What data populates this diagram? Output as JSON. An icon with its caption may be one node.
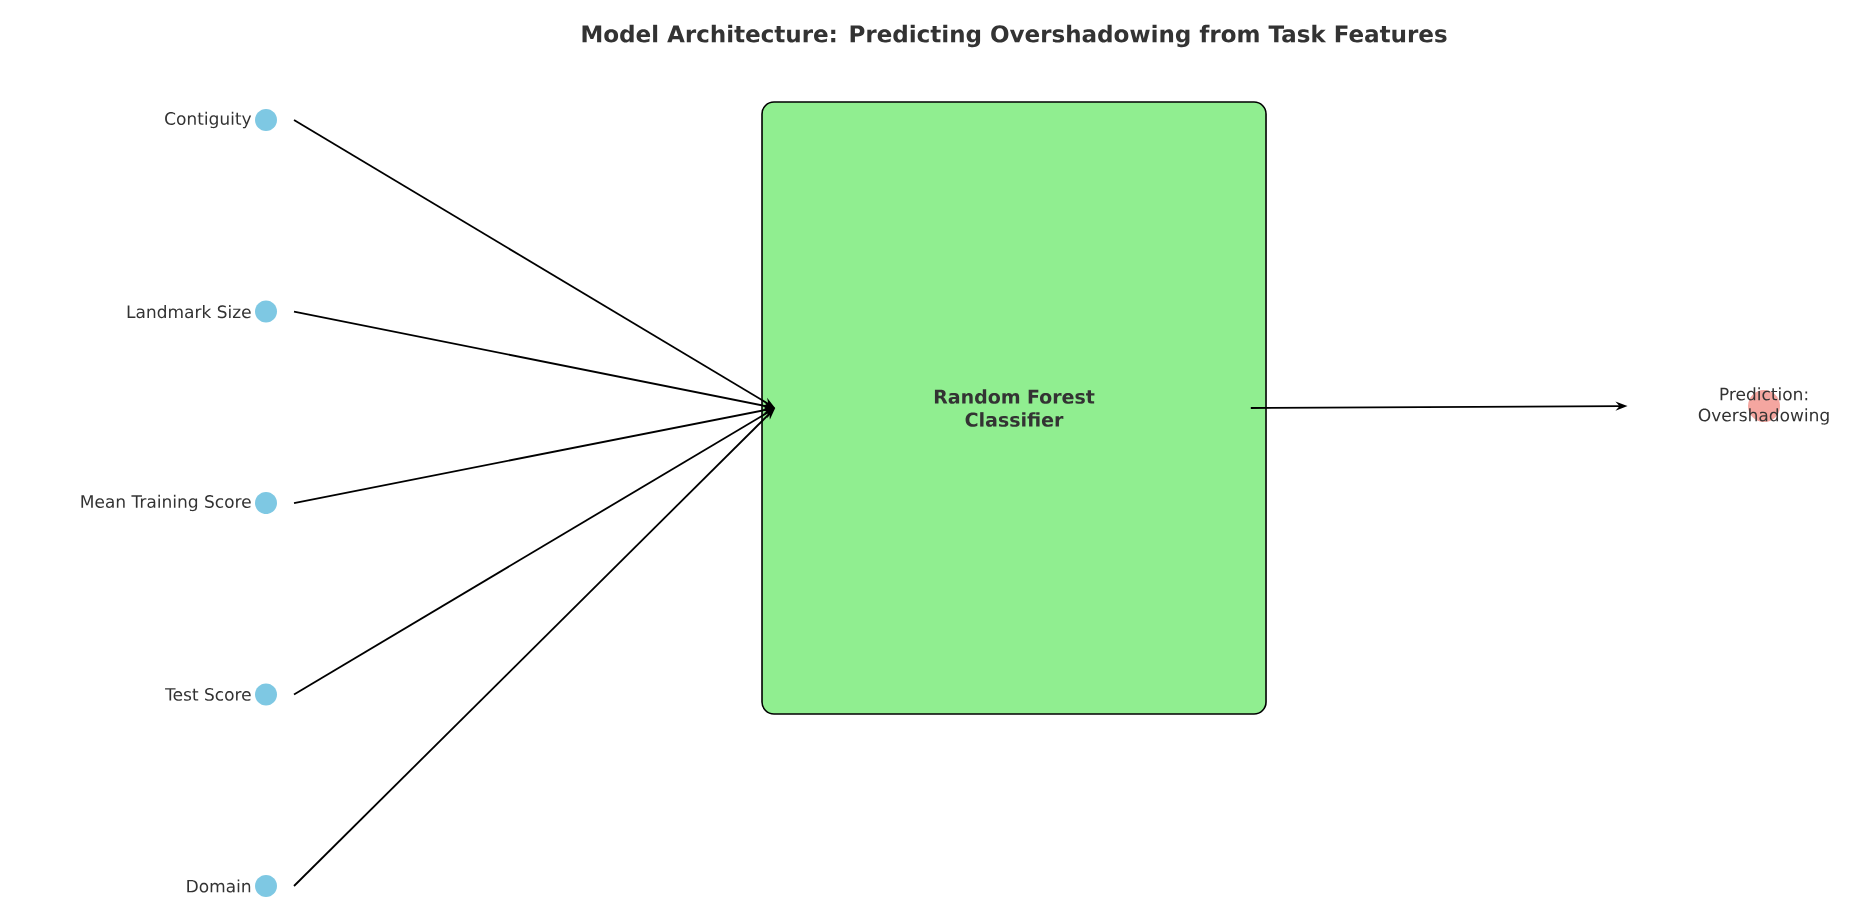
{
  "diagram": {
    "title": "Model Architecture: Predicting Overshadowing from Task Features",
    "nodes": [
      {
        "text": [
          "Contiguity"
        ]
      },
      {
        "text": [
          "Landmark Size"
        ]
      },
      {
        "text": [
          "Mean Training Score"
        ]
      },
      {
        "text": [
          "Test Score"
        ]
      },
      {
        "text": [
          "Domain"
        ]
      },
      {
        "text": [
          "Random Forest Classifier"
        ]
      },
      {
        "text": [
          "Prediction: Overshadowing"
        ]
      }
    ],
    "edges": [
      {
        "from": 0,
        "to": 5,
        "arrow": "to"
      },
      {
        "from": 1,
        "to": 5,
        "arrow": "to"
      },
      {
        "from": 2,
        "to": 5,
        "arrow": "to"
      },
      {
        "from": 3,
        "to": 5,
        "arrow": "to"
      },
      {
        "from": 4,
        "to": 5,
        "arrow": "to"
      },
      {
        "from": 5,
        "to": 6,
        "arrow": "to"
      }
    ]
  }
}
